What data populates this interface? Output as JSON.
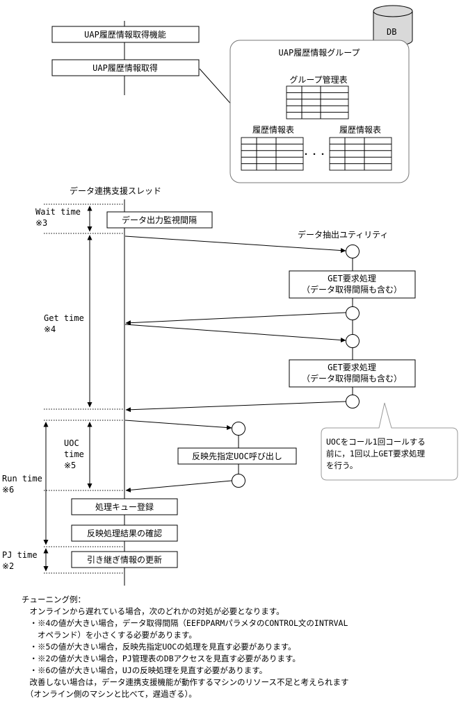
{
  "db": {
    "label": "DB"
  },
  "top": {
    "function_box": "UAP履歴情報取得機能",
    "acquire_box": "UAP履歴情報取得"
  },
  "group": {
    "title": "UAP履歴情報グループ",
    "mgmt_table_title": "グループ管理表",
    "history_table_1": "履歴情報表",
    "history_table_2": "履歴情報表",
    "ellipsis": "・・・"
  },
  "thread": {
    "title": "データ連携支援スレッド"
  },
  "utility": {
    "title": "データ抽出ユティリティ"
  },
  "timing": {
    "wait_time": [
      "Wait time",
      "※3"
    ],
    "get_time": [
      "Get time",
      "※4"
    ],
    "uoc_time": [
      "UOC",
      "time",
      "※5"
    ],
    "run_time": [
      "Run time",
      "※6"
    ],
    "pj_time": [
      "PJ time",
      "※2"
    ]
  },
  "steps": {
    "monitor": "データ出力監視間隔",
    "get_request_1": [
      "GET要求処理",
      "（データ取得間隔も含む）"
    ],
    "get_request_2": [
      "GET要求処理",
      "（データ取得間隔も含む）"
    ],
    "uoc_call": "反映先指定UOC呼び出し",
    "queue": "処理キュー登録",
    "confirm": "反映処理結果の確認",
    "update": "引き継ぎ情報の更新"
  },
  "callout": [
    "UOCをコール1回コールする",
    "前に，1回以上GET要求処理",
    "を行う。"
  ],
  "tuning": [
    "チューニング例：",
    "　オンラインから遅れている場合，次のどれかの対処が必要となります。",
    "　・※4の値が大きい場合，データ取得間隔（EEFDPARMパラメタのCONTROL文のINTRVAL",
    "　　オペランド）を小さくする必要があります。",
    "　・※5の値が大きい場合，反映先指定UOCの処理を見直す必要があります。",
    "　・※2の値が大きい場合，PJ管理表のDBアクセスを見直す必要があります。",
    "　・※6の値が大きい場合，UJの反映処理を見直す必要があります。",
    "　改善しない場合は，データ連携支援機能が動作するマシンのリソース不足と考えられます",
    "　（オンライン側のマシンと比べて，遅過ぎる）。"
  ]
}
